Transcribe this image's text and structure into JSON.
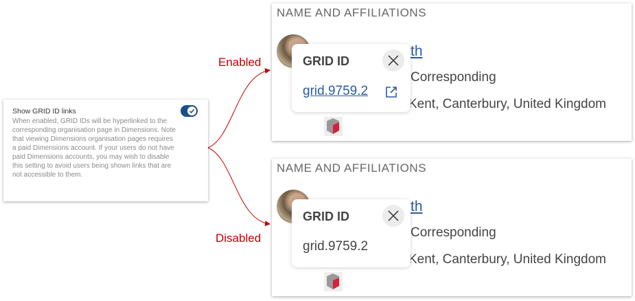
{
  "setting": {
    "title": "Show GRID ID links",
    "description": "When enabled, GRID IDs will be hyperlinked to the corresponding organisation page in Dimensions. Note that viewing Dimensions organisation pages requires a paid Dimensions account. If your users do not have paid Dimensions accounts, you may wish to disable this setting to avoid users being shown links that are not accessible to them.",
    "enabled": true
  },
  "labels": {
    "enabled": "Enabled",
    "disabled": "Disabled"
  },
  "colors": {
    "accent": "#c00000",
    "link": "#2a5ba0",
    "toggle": "#1d4f8a"
  },
  "panels": [
    {
      "header": "NAME AND AFFILIATIONS",
      "name_fragment": "th",
      "role": "Corresponding",
      "affiliation": "Kent, Canterbury, United Kingdom",
      "popup": {
        "title": "GRID ID",
        "grid_id": "grid.9759.2"
      }
    },
    {
      "header": "NAME AND AFFILIATIONS",
      "name_fragment": "th",
      "role": "Corresponding",
      "affiliation": "Kent, Canterbury, United Kingdom",
      "popup": {
        "title": "GRID ID",
        "grid_id": "grid.9759.2"
      }
    }
  ]
}
